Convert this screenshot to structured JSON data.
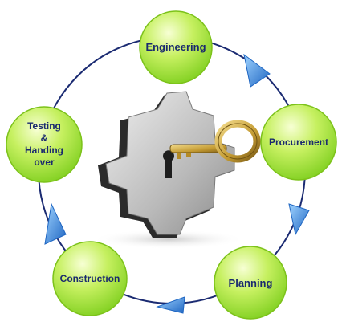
{
  "diagram": {
    "nodes": [
      {
        "id": "engineering",
        "label": "Engineering"
      },
      {
        "id": "procurement",
        "label": "Procurement"
      },
      {
        "id": "planning",
        "label": "Planning"
      },
      {
        "id": "construction",
        "label": "Construction"
      },
      {
        "id": "testing",
        "lines": [
          "Testing",
          "&",
          "Handing",
          "over"
        ]
      }
    ],
    "center_icon": "puzzle-piece-with-key-icon",
    "arrow_icon": "blue-arrowhead-icon",
    "colors": {
      "node_fill": "#a6ea2f",
      "node_stroke": "#7cc21a",
      "label": "#1a2a6e",
      "ring": "#1b2b72",
      "arrow": "#2c7fd6",
      "key": "#c7a13a",
      "puzzle": "#bdbdbd"
    }
  }
}
